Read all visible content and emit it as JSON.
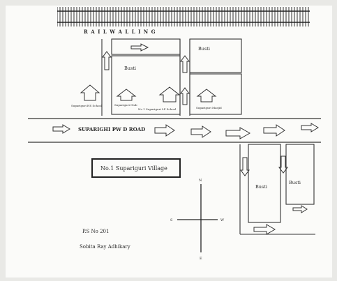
{
  "map": {
    "railway_label": "R A I L W A L L I N G",
    "road_label": "SUPARIGHI PW D ROAD",
    "village_label": "No.1 Supariguri Village",
    "busti_labels": [
      "Busti",
      "Busti",
      "Busti",
      "Busti"
    ],
    "house_labels": [
      "Supariguri HS School",
      "Supariguri Club",
      "No 1 Supariguri LP School",
      "Supariguri Masjid"
    ],
    "compass": {
      "north": "N",
      "south": "S",
      "east": "E",
      "west": "W"
    },
    "footer_ps": "P.S No 201",
    "footer_author": "Sobita Ray Adhikary"
  }
}
